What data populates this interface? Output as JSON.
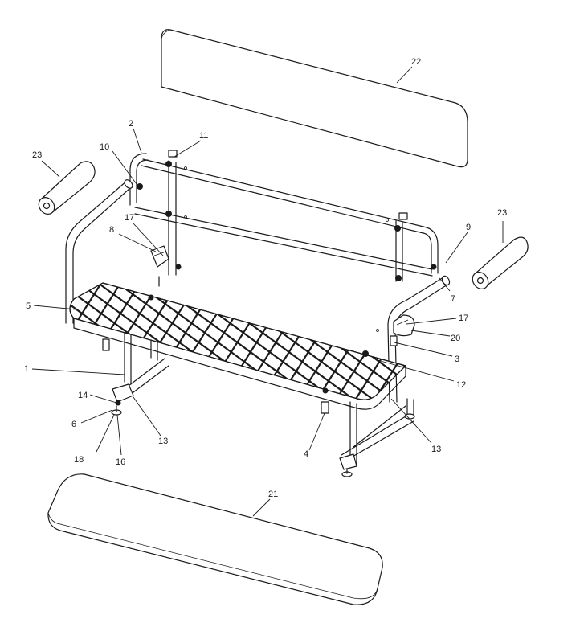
{
  "diagram": {
    "callouts": {
      "c1": "1",
      "c2": "2",
      "c3": "3",
      "c4": "4",
      "c5": "5",
      "c6": "6",
      "c7": "7",
      "c8": "8",
      "c9": "9",
      "c10": "10",
      "c11": "11",
      "c12": "12",
      "c13a": "13",
      "c13b": "13",
      "c14": "14",
      "c16": "16",
      "c17a": "17",
      "c17b": "17",
      "c18": "18",
      "c20": "20",
      "c21": "21",
      "c22": "22",
      "c23a": "23",
      "c23b": "23"
    }
  }
}
